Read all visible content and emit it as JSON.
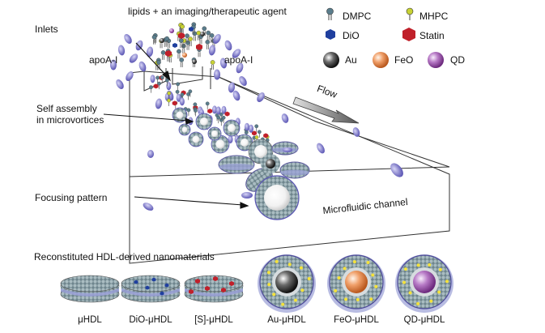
{
  "labels": {
    "inlets": "Inlets",
    "lipids_agent": "lipids + an imaging/therapeutic agent",
    "apoa_left": "apoA-I",
    "apoa_right": "apoA-I",
    "self_assembly_line1": "Self assembly",
    "self_assembly_line2": "in microvortices",
    "focusing_pattern": "Focusing pattern",
    "flow": "Flow",
    "microfluidic_channel": "Microfluidic channel",
    "reconstituted": "Reconstituted HDL-derived nanomaterials"
  },
  "legend": [
    {
      "label": "DMPC",
      "icon": "dmpc-lipid-icon",
      "color": "#5a7d8c"
    },
    {
      "label": "MHPC",
      "icon": "mhpc-lipid-icon",
      "color": "#c8d234"
    },
    {
      "label": "DiO",
      "icon": "dio-hexagon-icon",
      "color": "#1f3f9e"
    },
    {
      "label": "Statin",
      "icon": "statin-hexagon-icon",
      "color": "#c0202a"
    },
    {
      "label": "Au",
      "icon": "au-sphere-icon",
      "color": "#3a3a3a"
    },
    {
      "label": "FeO",
      "icon": "feo-sphere-icon",
      "color": "#e88a4a"
    },
    {
      "label": "QD",
      "icon": "qd-sphere-icon",
      "color": "#a04ab0"
    }
  ],
  "nanomaterials": [
    {
      "label": "μHDL",
      "kind": "disc",
      "core_color": ""
    },
    {
      "label": "DiO-μHDL",
      "kind": "disc",
      "core_color": ""
    },
    {
      "label": "[S]-μHDL",
      "kind": "disc",
      "core_color": ""
    },
    {
      "label": "Au-μHDL",
      "kind": "sphere",
      "core_color": "#3a3a3a"
    },
    {
      "label": "FeO-μHDL",
      "kind": "sphere",
      "core_color": "#e88a4a"
    },
    {
      "label": "QD-μHDL",
      "kind": "sphere",
      "core_color": "#a04ab0"
    }
  ],
  "colors": {
    "apoa": "#7a76c8",
    "lipid_bead": "#8fa3a9",
    "disc_band": "#9aa0d6",
    "channel_line": "#333333",
    "flow_arrow": "#7d7d7d",
    "yellow": "#f4e23a"
  }
}
